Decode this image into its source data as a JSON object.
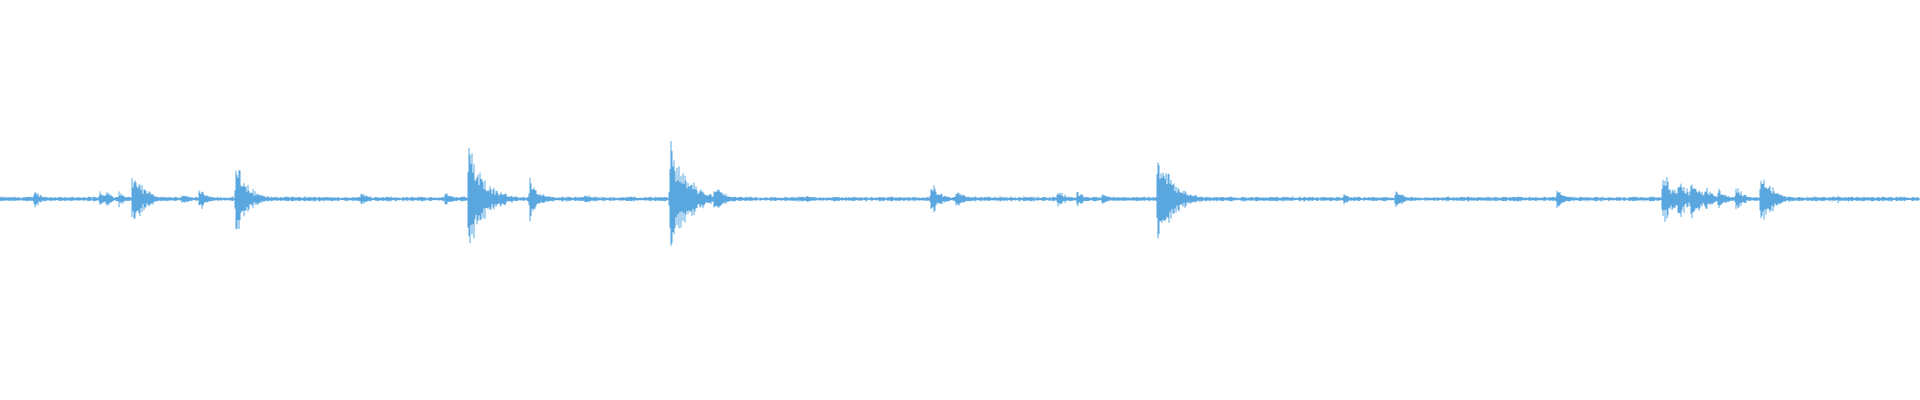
{
  "waveform": {
    "color": "#5aa7e0",
    "baseline_amplitude": 0.012,
    "bursts": [
      {
        "time": 0.018,
        "peak": 0.06,
        "decay": 0.004
      },
      {
        "time": 0.052,
        "peak": 0.08,
        "decay": 0.003
      },
      {
        "time": 0.055,
        "peak": 0.07,
        "decay": 0.003
      },
      {
        "time": 0.062,
        "peak": 0.06,
        "decay": 0.003
      },
      {
        "time": 0.069,
        "peak": 0.2,
        "decay": 0.004
      },
      {
        "time": 0.072,
        "peak": 0.14,
        "decay": 0.005
      },
      {
        "time": 0.077,
        "peak": 0.08,
        "decay": 0.004
      },
      {
        "time": 0.095,
        "peak": 0.04,
        "decay": 0.004
      },
      {
        "time": 0.104,
        "peak": 0.1,
        "decay": 0.003
      },
      {
        "time": 0.123,
        "peak": 0.26,
        "decay": 0.006
      },
      {
        "time": 0.188,
        "peak": 0.05,
        "decay": 0.004
      },
      {
        "time": 0.232,
        "peak": 0.05,
        "decay": 0.004
      },
      {
        "time": 0.244,
        "peak": 0.4,
        "decay": 0.008
      },
      {
        "time": 0.276,
        "peak": 0.14,
        "decay": 0.005
      },
      {
        "time": 0.305,
        "peak": 0.04,
        "decay": 0.004
      },
      {
        "time": 0.349,
        "peak": 0.4,
        "decay": 0.009
      },
      {
        "time": 0.372,
        "peak": 0.1,
        "decay": 0.006
      },
      {
        "time": 0.42,
        "peak": 0.03,
        "decay": 0.004
      },
      {
        "time": 0.485,
        "peak": 0.13,
        "decay": 0.004
      },
      {
        "time": 0.498,
        "peak": 0.07,
        "decay": 0.005
      },
      {
        "time": 0.551,
        "peak": 0.07,
        "decay": 0.004
      },
      {
        "time": 0.561,
        "peak": 0.06,
        "decay": 0.004
      },
      {
        "time": 0.574,
        "peak": 0.04,
        "decay": 0.004
      },
      {
        "time": 0.603,
        "peak": 0.32,
        "decay": 0.008
      },
      {
        "time": 0.7,
        "peak": 0.04,
        "decay": 0.003
      },
      {
        "time": 0.727,
        "peak": 0.08,
        "decay": 0.004
      },
      {
        "time": 0.79,
        "peak": 0.03,
        "decay": 0.003
      },
      {
        "time": 0.811,
        "peak": 0.06,
        "decay": 0.005
      },
      {
        "time": 0.866,
        "peak": 0.22,
        "decay": 0.005
      },
      {
        "time": 0.874,
        "peak": 0.18,
        "decay": 0.005
      },
      {
        "time": 0.881,
        "peak": 0.16,
        "decay": 0.005
      },
      {
        "time": 0.888,
        "peak": 0.1,
        "decay": 0.004
      },
      {
        "time": 0.895,
        "peak": 0.08,
        "decay": 0.004
      },
      {
        "time": 0.904,
        "peak": 0.1,
        "decay": 0.004
      },
      {
        "time": 0.917,
        "peak": 0.22,
        "decay": 0.006
      },
      {
        "time": 0.957,
        "peak": 0.03,
        "decay": 0.004
      }
    ]
  }
}
